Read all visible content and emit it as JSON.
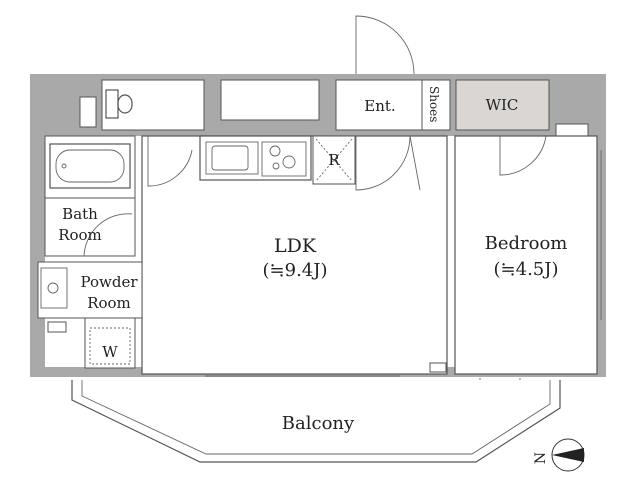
{
  "rooms": {
    "ldk": {
      "label": "LDK",
      "size": "(≒9.4J)"
    },
    "bedroom": {
      "label": "Bedroom",
      "size": "(≒4.5J)"
    },
    "entrance": {
      "label": "Ent."
    },
    "shoes": {
      "label": "Shoes"
    },
    "wic": {
      "label": "WIC"
    },
    "bath": {
      "line1": "Bath",
      "line2": "Room"
    },
    "powder": {
      "line1": "Powder",
      "line2": "Room"
    },
    "balcony": {
      "label": "Balcony"
    },
    "refrigerator": {
      "label": "R"
    },
    "washer": {
      "label": "W"
    }
  },
  "compass": {
    "label": "N"
  },
  "colors": {
    "wall": "#a9a9a9",
    "wic_fill": "#d9d6d3",
    "line": "#555555"
  }
}
